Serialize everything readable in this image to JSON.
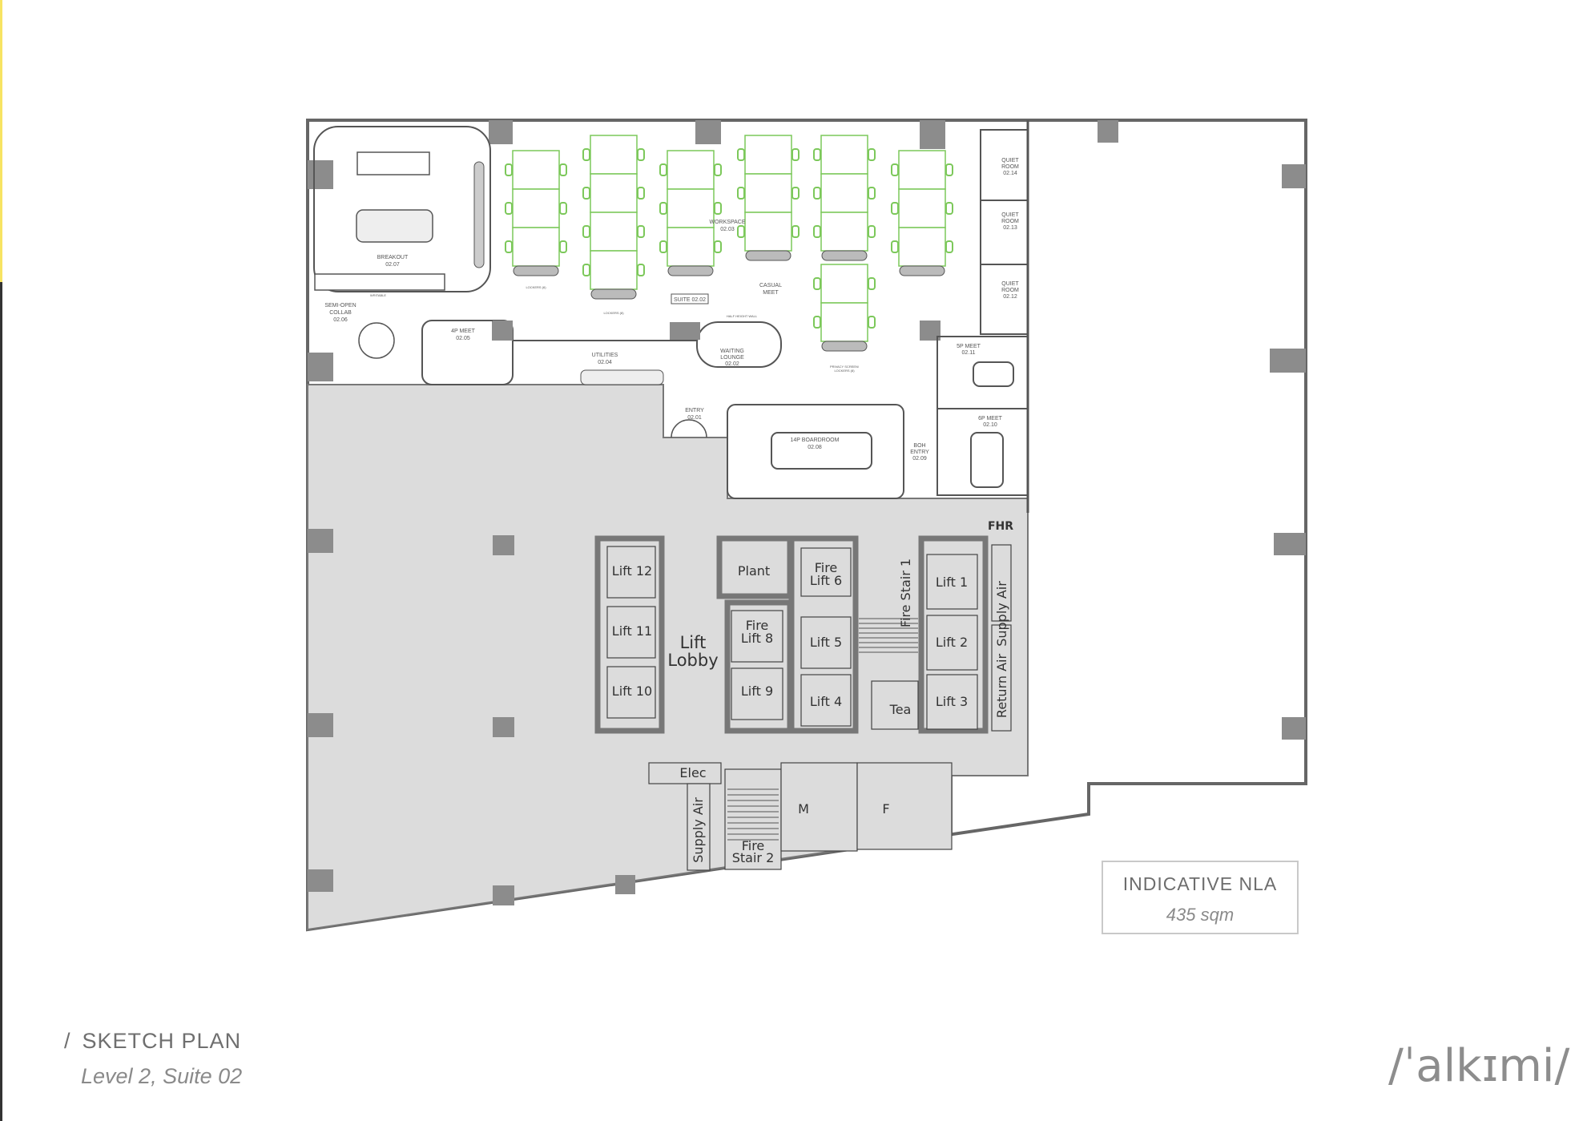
{
  "suite_rooms": [
    {
      "name": "BREAKOUT",
      "code": "02.07"
    },
    {
      "name": "SEMI-OPEN",
      "name2": "COLLAB",
      "code": "02.06"
    },
    {
      "name": "4P MEET",
      "code": "02.05"
    },
    {
      "name": "UTILITIES",
      "code": "02.04"
    },
    {
      "name": "WORKSPACE",
      "code": "02.03"
    },
    {
      "name": "CASUAL",
      "name2": "MEET"
    },
    {
      "name": "WAITING",
      "name2": "LOUNGE",
      "code": "02.02"
    },
    {
      "name": "ENTRY",
      "code": "02.01"
    },
    {
      "name": "14P BOARDROOM",
      "code": "02.08"
    },
    {
      "name": "BOH",
      "name2": "ENTRY",
      "code": "02.09"
    },
    {
      "name": "5P MEET",
      "code": "02.11"
    },
    {
      "name": "6P MEET",
      "code": "02.10"
    },
    {
      "name": "QUIET",
      "name2": "ROOM",
      "code": "02.14"
    },
    {
      "name": "QUIET",
      "name2": "ROOM",
      "code": "02.13"
    },
    {
      "name": "QUIET",
      "name2": "ROOM",
      "code": "02.12"
    }
  ],
  "suite_tag": "SUITE 02.02",
  "annotations": {
    "lockers6": "LOCKERS (6)",
    "lockers8": "LOCKERS (8)",
    "half_height_wall": "HALF HEIGHT WALL",
    "privacy_screen": "PRIVACY SCREEN/",
    "privacy_screen_lockers": "LOCKERS (8)",
    "writable": "WRITABLE"
  },
  "core": {
    "lift12": "Lift 12",
    "lift11": "Lift 11",
    "lift10": "Lift 10",
    "lift_lobby_1": "Lift",
    "lift_lobby_2": "Lobby",
    "plant": "Plant",
    "fire_lift8_1": "Fire",
    "fire_lift8_2": "Lift 8",
    "lift9": "Lift 9",
    "fire_lift6_1": "Fire",
    "fire_lift6_2": "Lift 6",
    "lift5": "Lift 5",
    "lift4": "Lift 4",
    "fire_stair1": "Fire Stair 1",
    "lift1": "Lift 1",
    "lift2": "Lift 2",
    "lift3": "Lift 3",
    "supply_air": "Supply Air",
    "return_air": "Return Air",
    "tea": "Tea",
    "fhr": "FHR",
    "elec": "Elec",
    "supply_air_2": "Supply Air",
    "fire_stair2_1": "Fire",
    "fire_stair2_2": "Stair 2",
    "male": "M",
    "female": "F"
  },
  "colors": {
    "desk": "#7cc85a",
    "wall": "#8c8c8c",
    "common_area": "#dcdcdc",
    "accent_edge": "#f7e463"
  },
  "nla": {
    "label": "INDICATIVE NLA",
    "value": "435 sqm"
  },
  "footer": {
    "slash": "/",
    "title": "SKETCH PLAN",
    "subtitle": "Level 2, Suite 02"
  },
  "logo": "/ˈalkɪmi/"
}
